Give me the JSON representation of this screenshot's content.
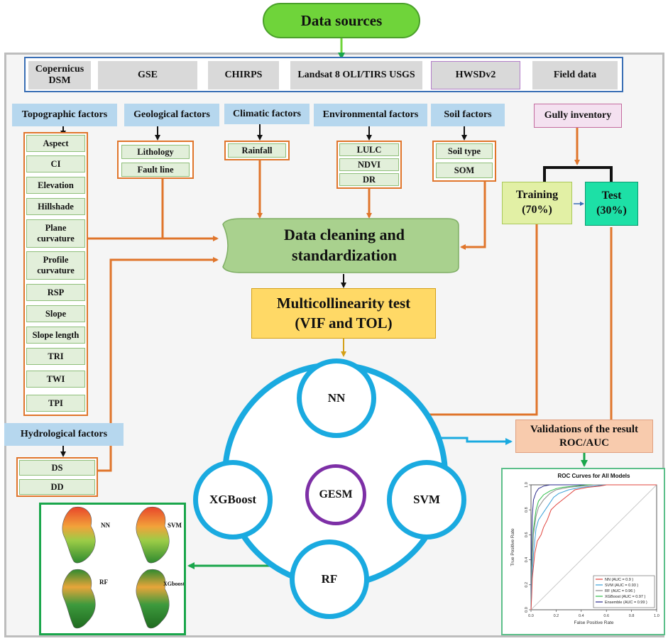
{
  "header": {
    "title": "Data sources"
  },
  "sources": [
    "Copernicus DSM",
    "GSE",
    "CHIRPS",
    "Landsat 8 OLI/TIRS USGS",
    "HWSDv2",
    "Field data"
  ],
  "categories": {
    "topographic": {
      "title": "Topographic factors",
      "items": [
        "Aspect",
        "CI",
        "Elevation",
        "Hillshade",
        "Plane curvature",
        "Profile curvature",
        "RSP",
        "Slope",
        "Slope length",
        "TRI",
        "TWI",
        "TPI"
      ]
    },
    "geological": {
      "title": "Geological factors",
      "items": [
        "Lithology",
        "Fault line"
      ]
    },
    "climatic": {
      "title": "Climatic factors",
      "items": [
        "Rainfall"
      ]
    },
    "environmental": {
      "title": "Environmental factors",
      "items": [
        "LULC",
        "NDVI",
        "DR"
      ]
    },
    "soil": {
      "title": "Soil factors",
      "items": [
        "Soil type",
        "SOM"
      ]
    },
    "hydrological": {
      "title": "Hydrological factors",
      "items": [
        "DS",
        "DD"
      ]
    }
  },
  "gully": {
    "title": "Gully inventory",
    "training": "Training",
    "training_pct": "(70%)",
    "test": "Test",
    "test_pct": "(30%)"
  },
  "process": {
    "cleaning_line1": "Data cleaning and",
    "cleaning_line2": "standardization",
    "multicollinearity_line1": "Multicollinearity test",
    "multicollinearity_line2": "(VIF and TOL)"
  },
  "models": {
    "nn": "NN",
    "svm": "SVM",
    "rf": "RF",
    "xgboost": "XGBoost",
    "center": "GESM"
  },
  "validation": {
    "line1": "Validations of the result",
    "line2": "ROC/AUC"
  },
  "maps": {
    "labels": [
      "NN",
      "SVM",
      "RF",
      "XGboost"
    ]
  },
  "colors": {
    "orange_arrow": "#e0752b",
    "blue_circle": "#1aaae0",
    "purple_circle": "#7d2fa6",
    "green_arrow": "#1aa64b",
    "data_sources_fill": "#6fd43a",
    "cleaning_fill": "#a9d18e",
    "multicollinearity_fill": "#ffd966",
    "training_fill": "#e2f0a5",
    "test_fill": "#1de0a6",
    "validation_fill": "#f8cbad",
    "gully_fill": "#f4e1f0"
  },
  "chart_data": {
    "type": "line",
    "title": "ROC Curves for All Models",
    "xlabel": "False Positive Rate",
    "ylabel": "True Positive Rate",
    "xlim": [
      0,
      1
    ],
    "ylim": [
      0,
      1
    ],
    "x_ticks": [
      "0.0",
      "0.2",
      "0.4",
      "0.6",
      "0.8",
      "1.0"
    ],
    "y_ticks": [
      "0.0",
      "0.2",
      "0.4",
      "0.6",
      "0.8",
      "1.0"
    ],
    "legend_position": "bottom-right",
    "series": [
      {
        "name": "NN (AUC = 0.9 )",
        "color": "#e0443e",
        "x": [
          0,
          0.005,
          0.01,
          0.03,
          0.05,
          0.08,
          0.1,
          0.13,
          0.16,
          0.2,
          0.25,
          0.3,
          0.35,
          0.45,
          0.55,
          0.6,
          0.8,
          1.0
        ],
        "y": [
          0,
          0.1,
          0.25,
          0.45,
          0.55,
          0.6,
          0.66,
          0.72,
          0.8,
          0.84,
          0.88,
          0.92,
          0.96,
          0.98,
          0.99,
          1.0,
          1.0,
          1.0
        ]
      },
      {
        "name": "SVM (AUC = 0.93 )",
        "color": "#3aa0d8",
        "x": [
          0,
          0.005,
          0.02,
          0.04,
          0.06,
          0.1,
          0.14,
          0.18,
          0.22,
          0.3,
          0.4,
          0.5,
          0.6,
          1.0
        ],
        "y": [
          0,
          0.2,
          0.45,
          0.65,
          0.72,
          0.78,
          0.84,
          0.9,
          0.93,
          0.96,
          0.98,
          0.99,
          1.0,
          1.0
        ]
      },
      {
        "name": "RF (AUC = 0.96 )",
        "color": "#8a8a8a",
        "x": [
          0,
          0.005,
          0.02,
          0.04,
          0.06,
          0.1,
          0.15,
          0.2,
          0.3,
          0.4,
          0.5,
          1.0
        ],
        "y": [
          0,
          0.3,
          0.6,
          0.75,
          0.82,
          0.88,
          0.93,
          0.96,
          0.98,
          0.99,
          1.0,
          1.0
        ]
      },
      {
        "name": "XGBoost (AUC = 0.97 )",
        "color": "#2fbf4a",
        "x": [
          0,
          0.005,
          0.02,
          0.04,
          0.06,
          0.1,
          0.15,
          0.2,
          0.25,
          0.35,
          0.45,
          1.0
        ],
        "y": [
          0,
          0.35,
          0.65,
          0.8,
          0.87,
          0.92,
          0.95,
          0.97,
          0.98,
          0.99,
          1.0,
          1.0
        ]
      },
      {
        "name": "Ensemble (AUC = 0.99 )",
        "color": "#2a2a8c",
        "x": [
          0,
          0.003,
          0.01,
          0.02,
          0.04,
          0.06,
          0.1,
          0.15,
          0.2,
          0.3,
          1.0
        ],
        "y": [
          0,
          0.4,
          0.75,
          0.88,
          0.94,
          0.97,
          0.99,
          1.0,
          1.0,
          1.0,
          1.0
        ]
      },
      {
        "name": "",
        "color": "#c8c8c8",
        "x": [
          0,
          1
        ],
        "y": [
          0,
          1
        ]
      }
    ]
  }
}
